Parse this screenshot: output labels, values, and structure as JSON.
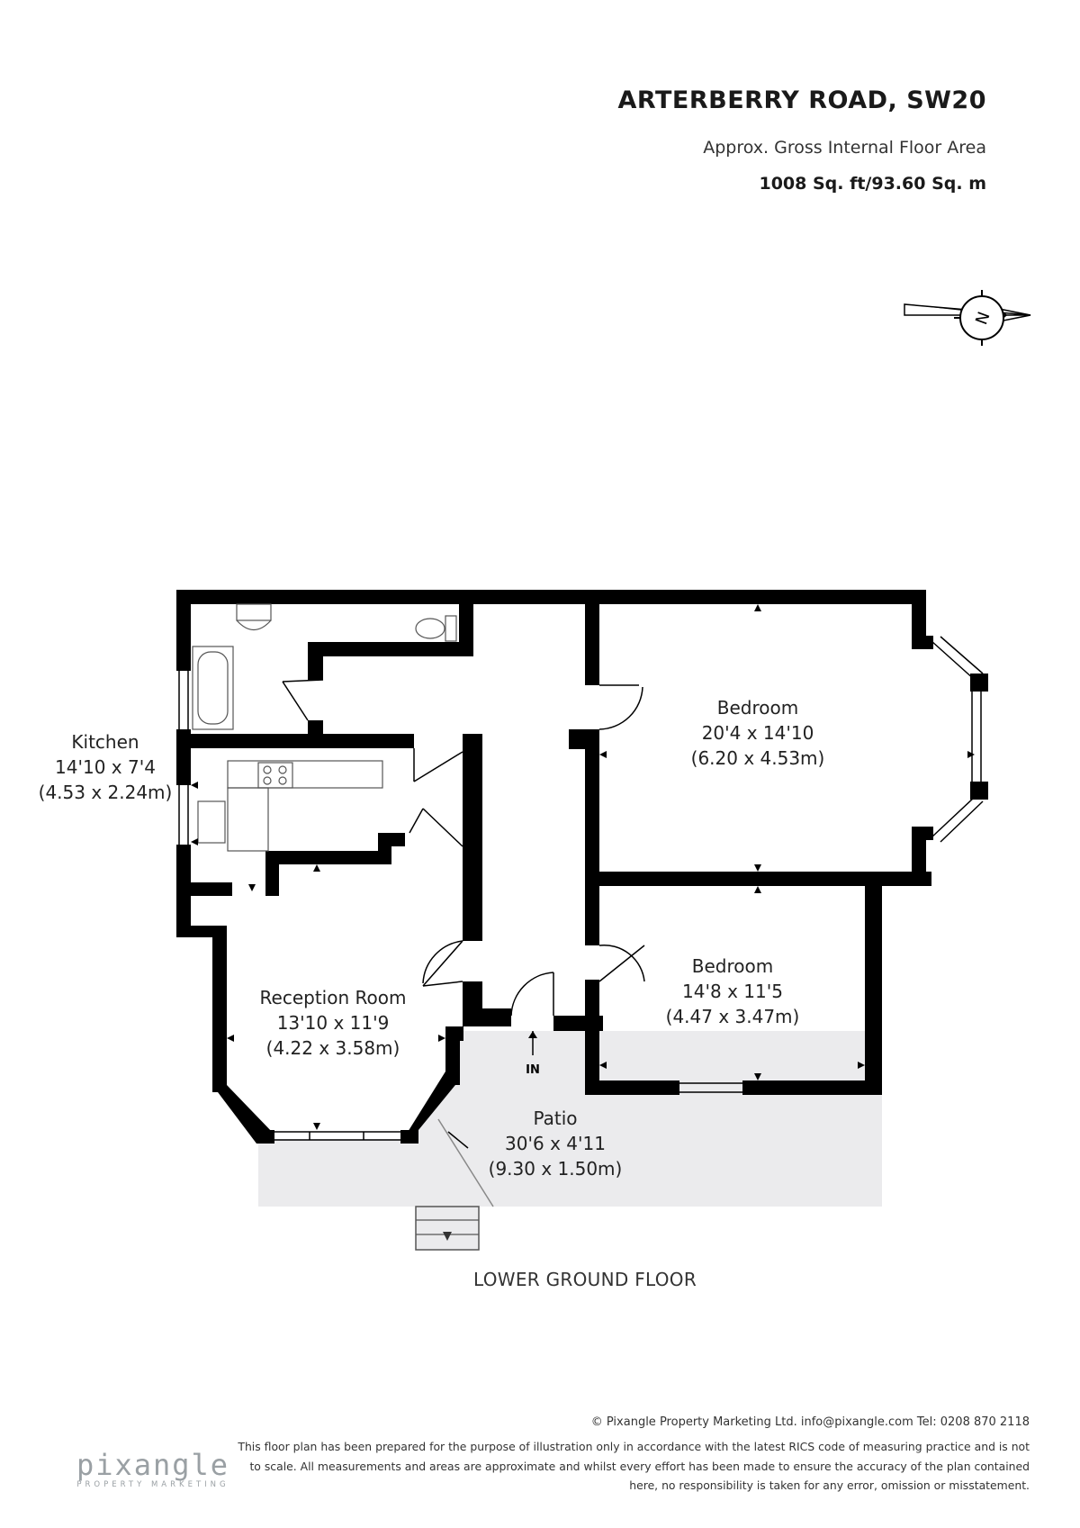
{
  "header": {
    "title": "ARTERBERRY ROAD, SW20",
    "subtitle": "Approx. Gross Internal Floor Area",
    "area": "1008 Sq. ft/93.60 Sq. m"
  },
  "compass": {
    "label": "N"
  },
  "rooms": {
    "bedroom_1": {
      "name": "Bedroom",
      "imperial": "20'4 x 14'10",
      "metric": "(6.20 x 4.53m)"
    },
    "bedroom_2": {
      "name": "Bedroom",
      "imperial": "14'8 x 11'5",
      "metric": "(4.47 x 3.47m)"
    },
    "kitchen": {
      "name": "Kitchen",
      "imperial": "14'10 x 7'4",
      "metric": "(4.53 x 2.24m)"
    },
    "reception": {
      "name": "Reception Room",
      "imperial": "13'10 x 11'9",
      "metric": "(4.22 x 3.58m)"
    },
    "patio": {
      "name": "Patio",
      "imperial": "30'6 x 4'11",
      "metric": "(9.30 x 1.50m)"
    }
  },
  "entrance_label": "IN",
  "floor_name": "LOWER GROUND FLOOR",
  "footer": {
    "copyright": "© Pixangle Property Marketing Ltd. info@pixangle.com Tel: 0208 870 2118",
    "disclaimer": "This floor plan has been prepared for the purpose of illustration only in accordance with the latest RICS code of measuring practice and is not to scale. All measurements and areas are approximate and whilst every effort has been made to ensure the accuracy of the plan contained here, no responsibility is taken for any error, omission or misstatement.",
    "logo_main": "pixangle",
    "logo_sub": "PROPERTY MARKETING"
  },
  "colors": {
    "wall": "#000000",
    "patio": "#ebebed",
    "text": "#222222"
  }
}
